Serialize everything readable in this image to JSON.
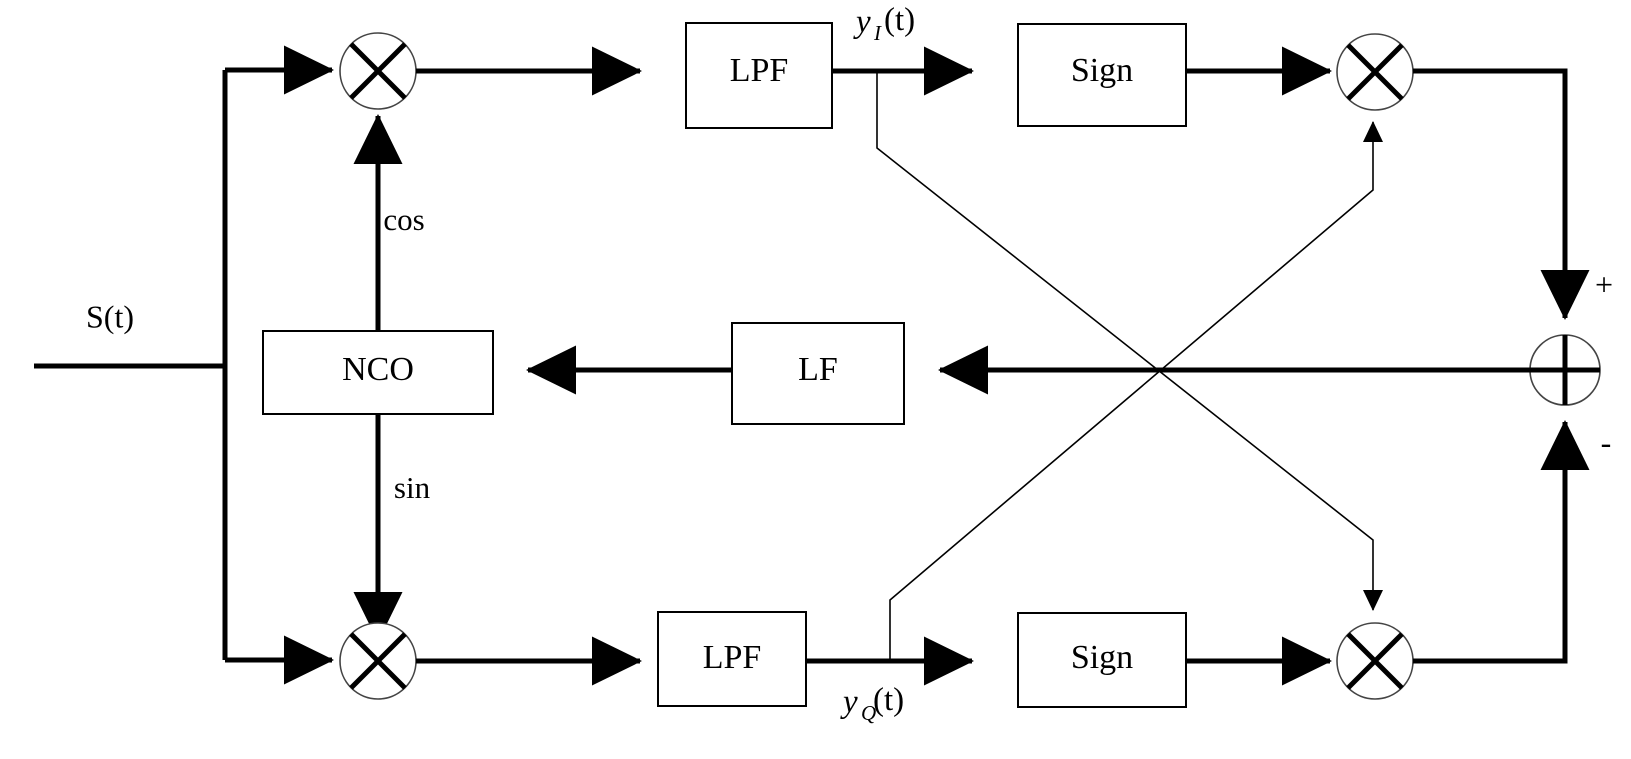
{
  "diagram": {
    "title": "Costas loop carrier recovery block diagram",
    "background_color": "#ffffff",
    "line_color": "#000000",
    "thick_stroke": 5,
    "thin_stroke": 1.5
  },
  "input": {
    "signal_label": "S(t)"
  },
  "blocks": {
    "lpf_top": {
      "label": "LPF"
    },
    "lpf_bottom": {
      "label": "LPF"
    },
    "sign_top": {
      "label": "Sign"
    },
    "sign_bottom": {
      "label": "Sign"
    },
    "nco": {
      "label": "NCO"
    },
    "lf": {
      "label": "LF"
    }
  },
  "labels": {
    "cos": "cos",
    "sin": "sin",
    "y_i_base": "y",
    "y_i_sub": "I",
    "y_i_arg": "(t)",
    "y_q_base": "y",
    "y_q_sub": "Q",
    "y_q_arg": "(t)",
    "plus_sign": "+",
    "minus_sign": "-"
  },
  "nodes": {
    "multiplier_top_left": {
      "symbol": "x-circle"
    },
    "multiplier_bottom_left": {
      "symbol": "x-circle"
    },
    "multiplier_top_right": {
      "symbol": "x-circle"
    },
    "multiplier_bottom_right": {
      "symbol": "x-circle"
    },
    "summing_junction": {
      "symbol": "cross-circle"
    }
  }
}
